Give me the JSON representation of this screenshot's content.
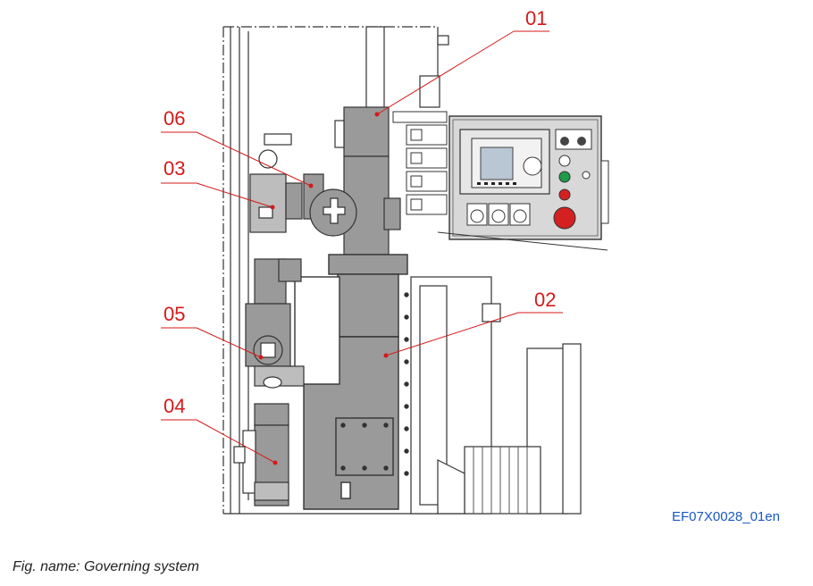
{
  "callouts": [
    {
      "id": "01"
    },
    {
      "id": "02"
    },
    {
      "id": "03"
    },
    {
      "id": "04"
    },
    {
      "id": "05"
    },
    {
      "id": "06"
    }
  ],
  "reference_code": "EF07X0028_01en",
  "caption": "Fig. name: Governing system",
  "colors": {
    "callout": "#d41a1a",
    "reference": "#1a57c8",
    "machine_fill": "#9a9a9a",
    "panel_fill": "#d8d8d8",
    "screen_fill": "#b9c6d4",
    "stop_button": "#d42020",
    "start_button": "#1e9a4a"
  }
}
